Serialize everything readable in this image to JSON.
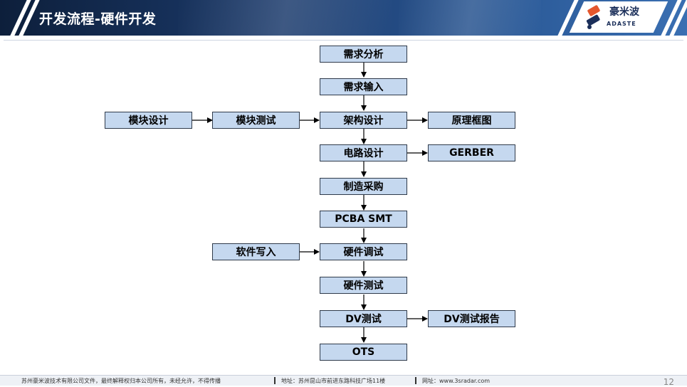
{
  "header": {
    "title": "开发流程-硬件开发",
    "logo": {
      "cn": "豪米波",
      "en": "ADASTE"
    }
  },
  "diagram": {
    "nodes": {
      "req_analysis": "需求分析",
      "req_input": "需求输入",
      "module_design": "模块设计",
      "module_test": "模块测试",
      "arch_design": "架构设计",
      "schematic": "原理框图",
      "circuit_design": "电路设计",
      "gerber": "GERBER",
      "manufacturing": "制造采购",
      "pcba_smt": "PCBA SMT",
      "software_write": "软件写入",
      "hw_debug": "硬件调试",
      "hw_test": "硬件测试",
      "dv_test": "DV测试",
      "dv_report": "DV测试报告",
      "ots": "OTS"
    }
  },
  "footer": {
    "notice": "苏州豪米波技术有限公司文件，最终解释权归本公司所有，未经允许，不得传播",
    "address": "地址：苏州昆山市前进东路科技广场11楼",
    "website": "网址：www.3sradar.com",
    "page": "12"
  }
}
